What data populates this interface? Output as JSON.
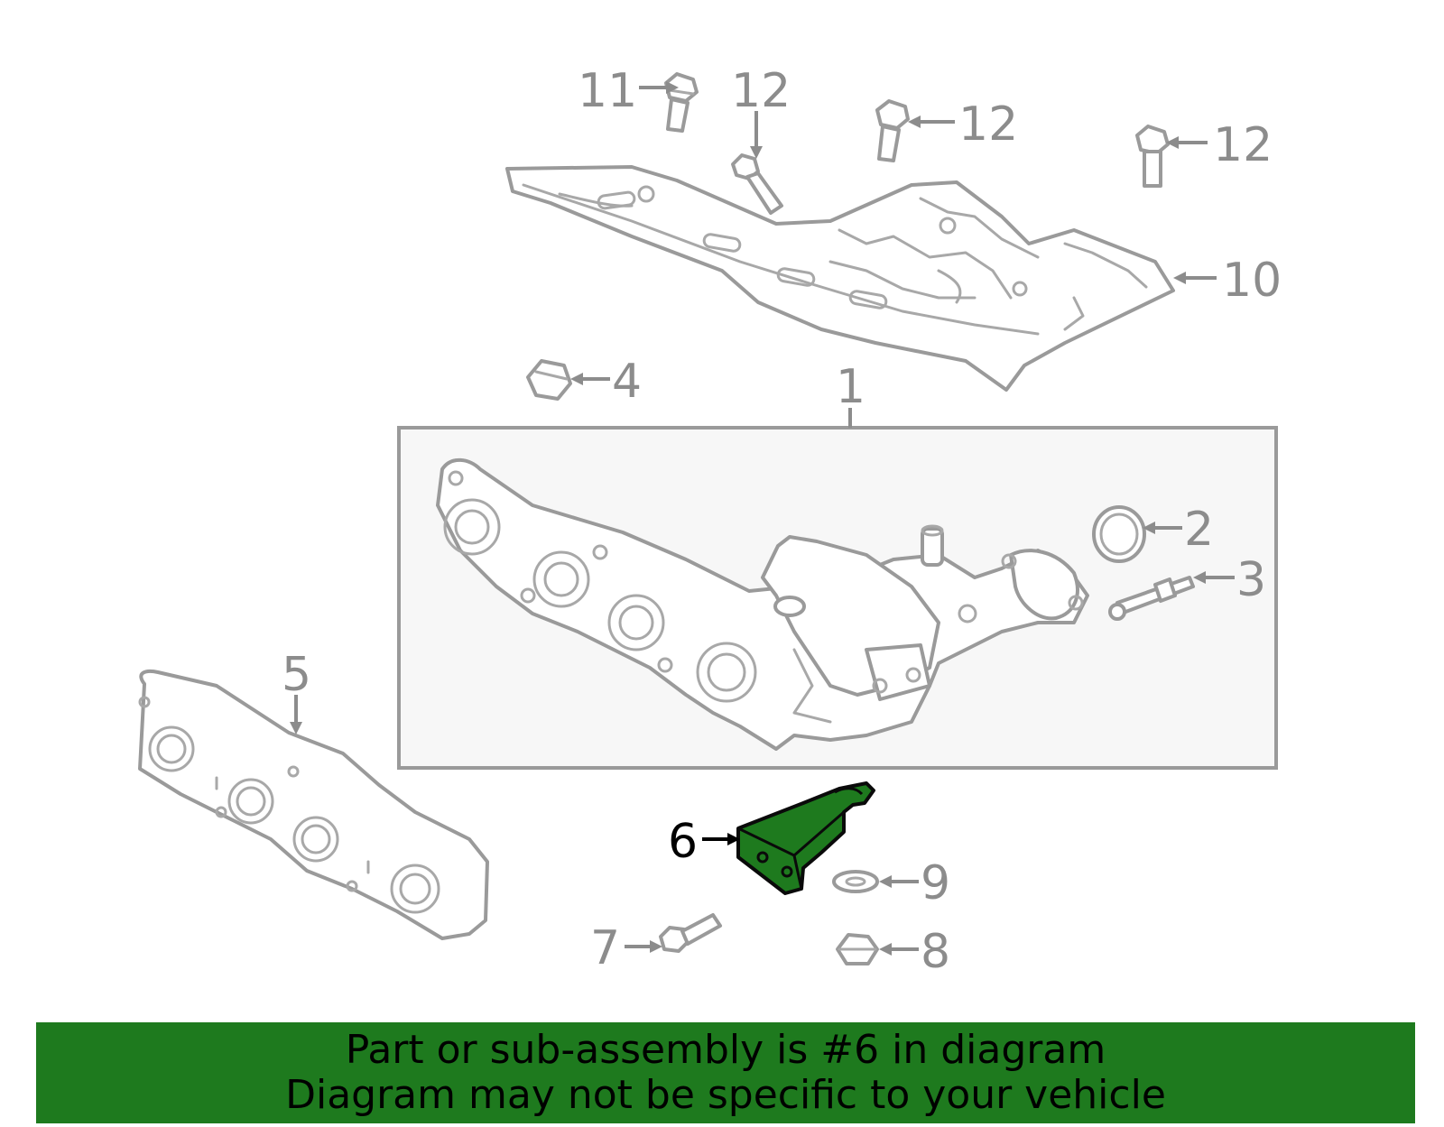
{
  "diagram": {
    "highlight_color": "#1e7a1e",
    "part_line_color": "#9a9a9a",
    "callout_color": "#8c8c8c",
    "highlighted_part": "6",
    "callouts": {
      "c1": "1",
      "c2": "2",
      "c3": "3",
      "c4": "4",
      "c5": "5",
      "c6": "6",
      "c7": "7",
      "c8": "8",
      "c9": "9",
      "c10": "10",
      "c11": "11",
      "c12a": "12",
      "c12b": "12",
      "c12c": "12"
    }
  },
  "banner": {
    "line1": "Part or sub-assembly is #6 in diagram",
    "line2": "Diagram may not be specific to your vehicle"
  }
}
